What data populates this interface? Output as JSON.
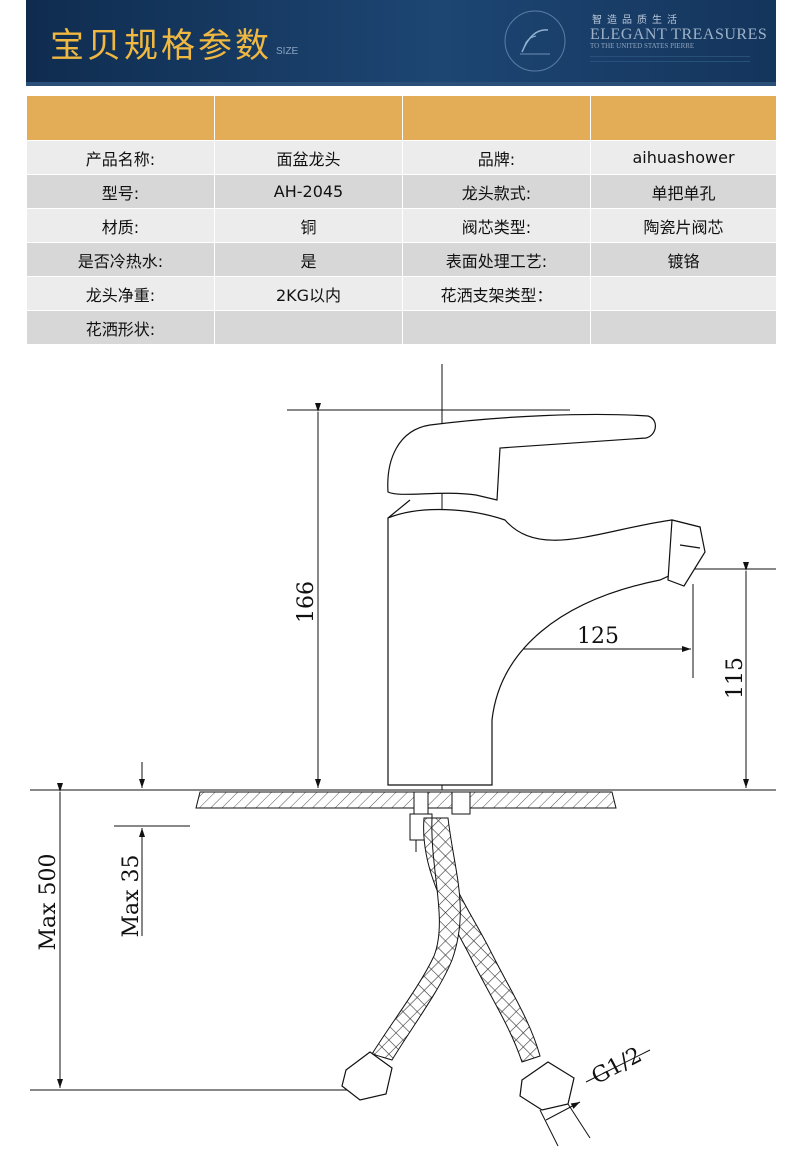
{
  "header": {
    "title": "宝贝规格参数",
    "title_sub": "SIZE",
    "slogan": "智造品质生活",
    "brand": "ELEGANT TREASURES",
    "brand_sub": "TO THE UNITED STATES PIERRE"
  },
  "specs": {
    "rows": [
      [
        "产品名称:",
        "面盆龙头",
        "品牌:",
        "aihuashower"
      ],
      [
        "型号:",
        "AH-2045",
        "龙头款式:",
        "单把单孔"
      ],
      [
        "材质:",
        "铜",
        "阀芯类型:",
        "陶瓷片阀芯"
      ],
      [
        "是否冷热水:",
        "是",
        "表面处理工艺:",
        "镀铬"
      ],
      [
        "龙头净重:",
        "2KG以内",
        "花洒支架类型：",
        ""
      ],
      [
        "花洒形状:",
        "",
        "",
        ""
      ]
    ]
  },
  "drawing": {
    "dim_height": "166",
    "dim_reach": "125",
    "dim_spout_height": "115",
    "dim_max_hose": "Max 500",
    "dim_max_deck": "Max 35",
    "dim_thread": "G1/2"
  },
  "colors": {
    "banner": "#1d4673",
    "title": "#f0b840",
    "table_head": "#e2ad56",
    "row_light": "#ececec",
    "row_dark": "#d7d7d7"
  }
}
